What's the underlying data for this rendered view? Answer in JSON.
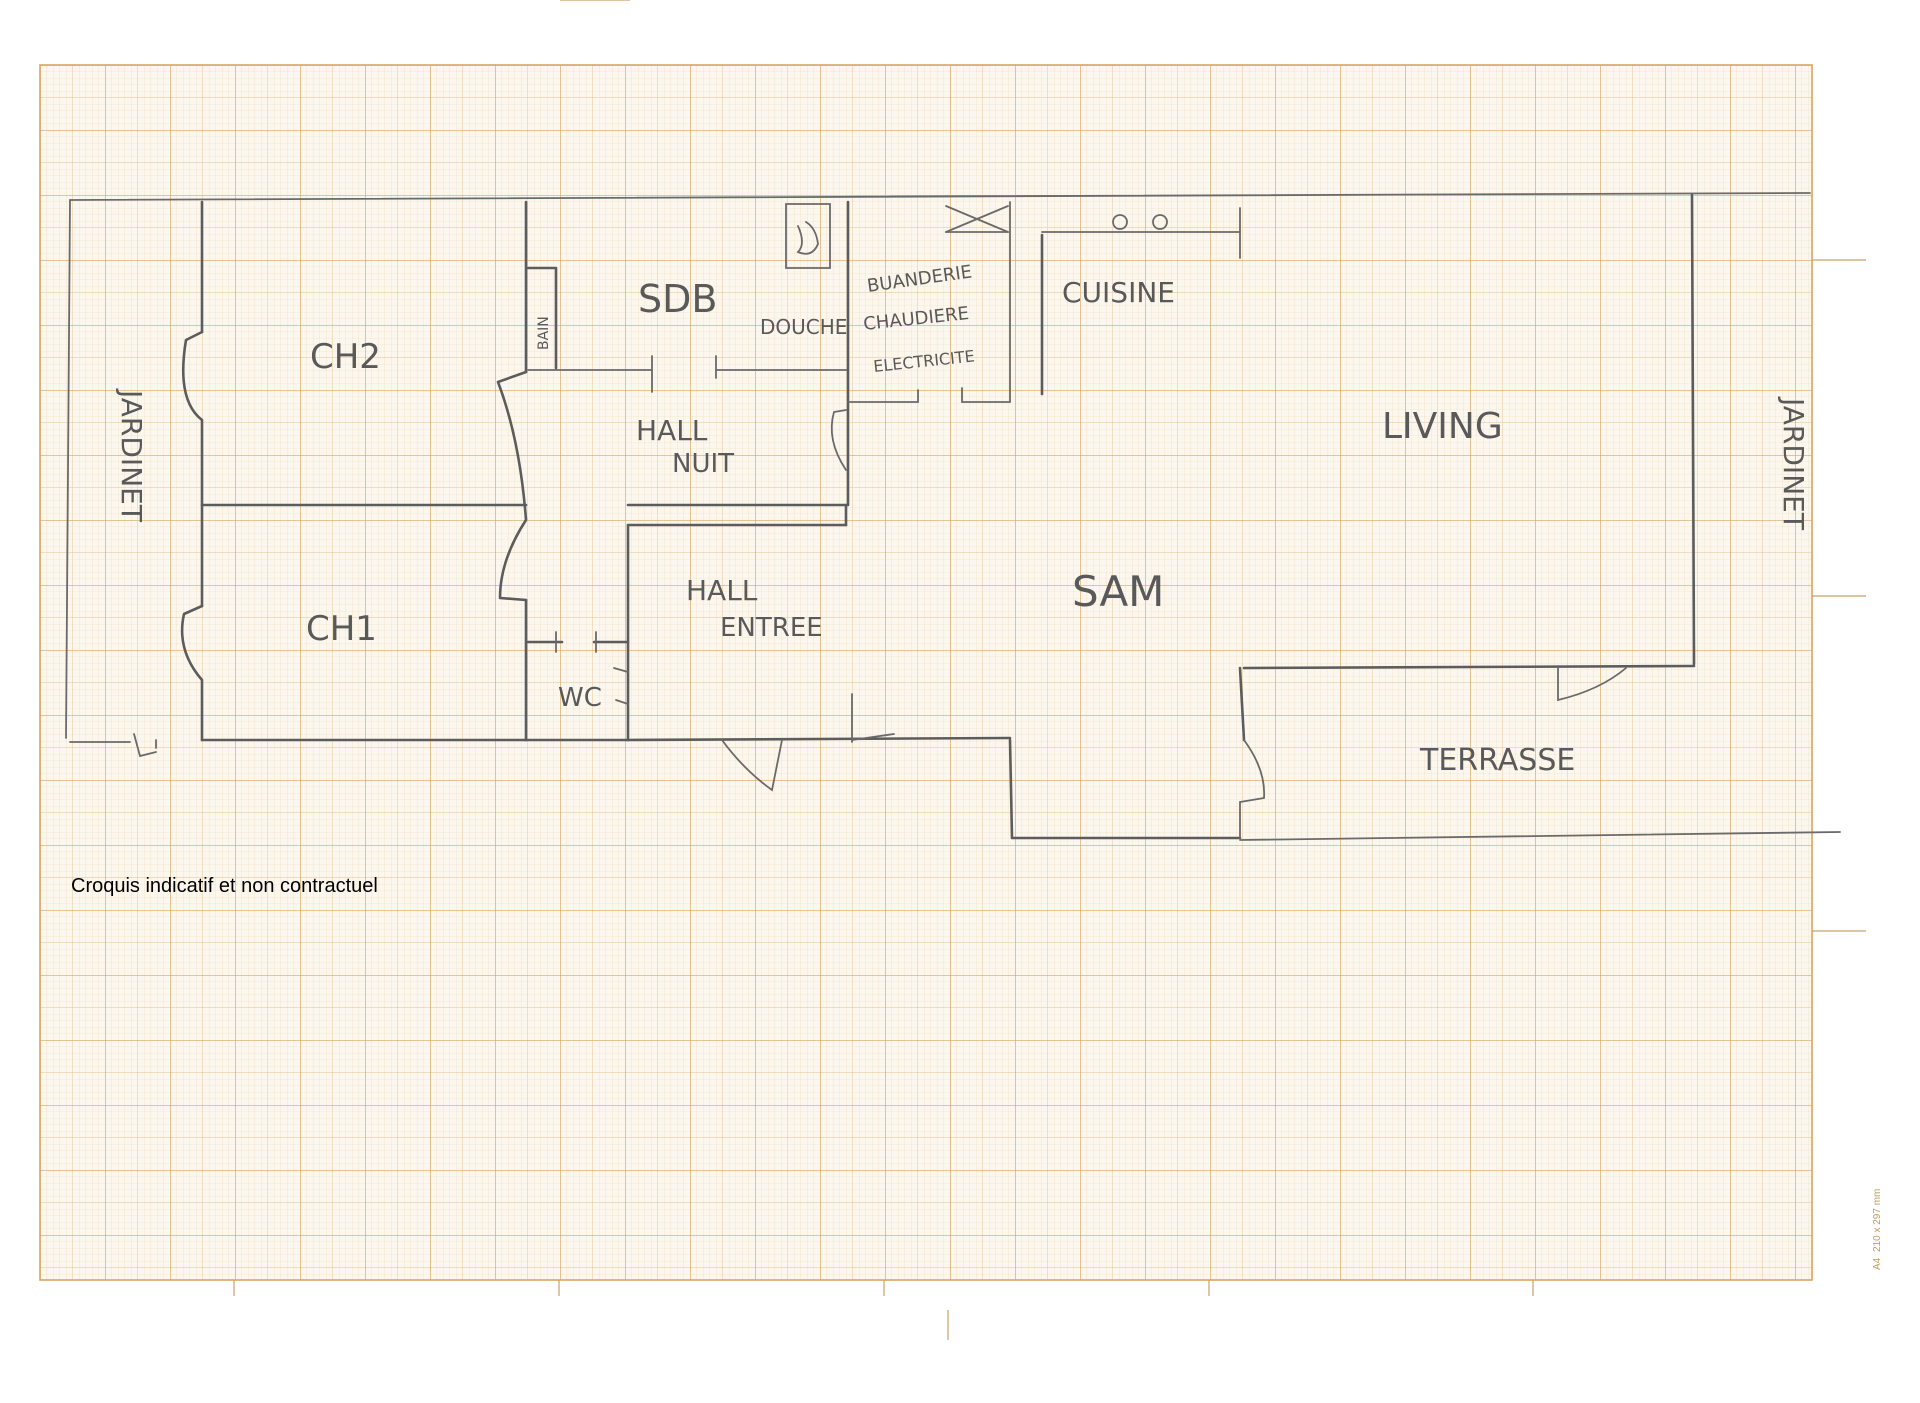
{
  "caption": "Croquis indicatif et non contractuel",
  "paper_size": {
    "format": "A4",
    "dimensions": "210 x 297 mm"
  },
  "rooms": {
    "ch2": "CH2",
    "ch1": "CH1",
    "sdb": "SDB",
    "bain": "BAIN",
    "douche": "DOUCHE",
    "buanderie": "BUANDERIE",
    "chaudiere": "CHAUDIERE",
    "electricite": "ELECTRICITE",
    "cuisine": "CUISINE",
    "hall_nuit_1": "HALL",
    "hall_nuit_2": "NUIT",
    "living": "LIVING",
    "sam": "SAM",
    "hall_entree_1": "HALL",
    "hall_entree_2": "ENTREE",
    "wc": "WC",
    "terrasse": "TERRASSE",
    "jardinet_left": "JARDINET",
    "jardinet_right": "JARDINET"
  },
  "colors": {
    "grid_minor": "#efd9b4",
    "grid_major": "#dcae6a",
    "pencil": "#5c5c5c",
    "paper": "#fbf7ef"
  }
}
